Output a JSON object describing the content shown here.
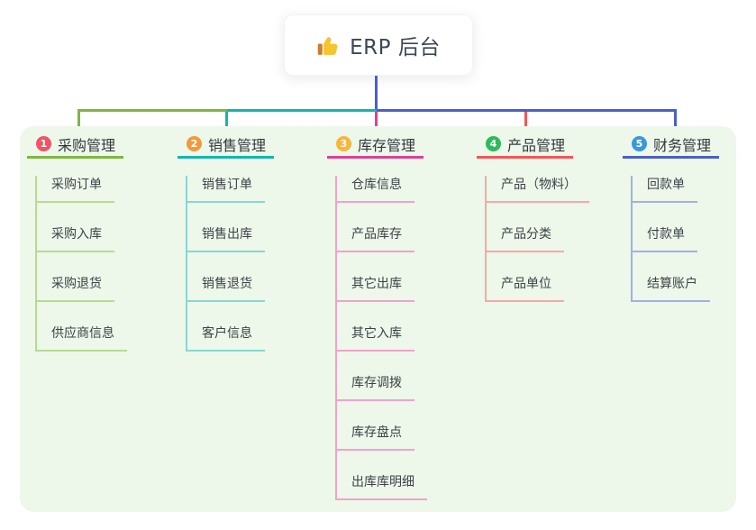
{
  "root": {
    "title": "ERP 后台",
    "icon": "thumbs-up",
    "connector_color": "#4a5fc9"
  },
  "panel_bg": "#edf7ea",
  "branches": [
    {
      "num": "1",
      "title": "采购管理",
      "badge_color": "#ee5567",
      "line_color": "#7eb73f",
      "child_line_color": "#b7db8e",
      "children": [
        "采购订单",
        "采购入库",
        "采购退货",
        "供应商信息"
      ]
    },
    {
      "num": "2",
      "title": "销售管理",
      "badge_color": "#f09a3d",
      "line_color": "#13b6ac",
      "child_line_color": "#86d8d1",
      "children": [
        "销售订单",
        "销售出库",
        "销售退货",
        "客户信息"
      ]
    },
    {
      "num": "3",
      "title": "库存管理",
      "badge_color": "#f6b73c",
      "line_color": "#de4096",
      "child_line_color": "#f0a3cc",
      "children": [
        "仓库信息",
        "产品库存",
        "其它出库",
        "其它入库",
        "库存调拨",
        "库存盘点",
        "出库库明细"
      ]
    },
    {
      "num": "4",
      "title": "产品管理",
      "badge_color": "#2eba5e",
      "line_color": "#f65555",
      "child_line_color": "#f8a8a4",
      "children": [
        "产品（物料）",
        "产品分类",
        "产品单位"
      ]
    },
    {
      "num": "5",
      "title": "财务管理",
      "badge_color": "#3b99d9",
      "line_color": "#4a5fc9",
      "child_line_color": "#a2b0e6",
      "children": [
        "回款单",
        "付款单",
        "结算账户"
      ]
    }
  ]
}
